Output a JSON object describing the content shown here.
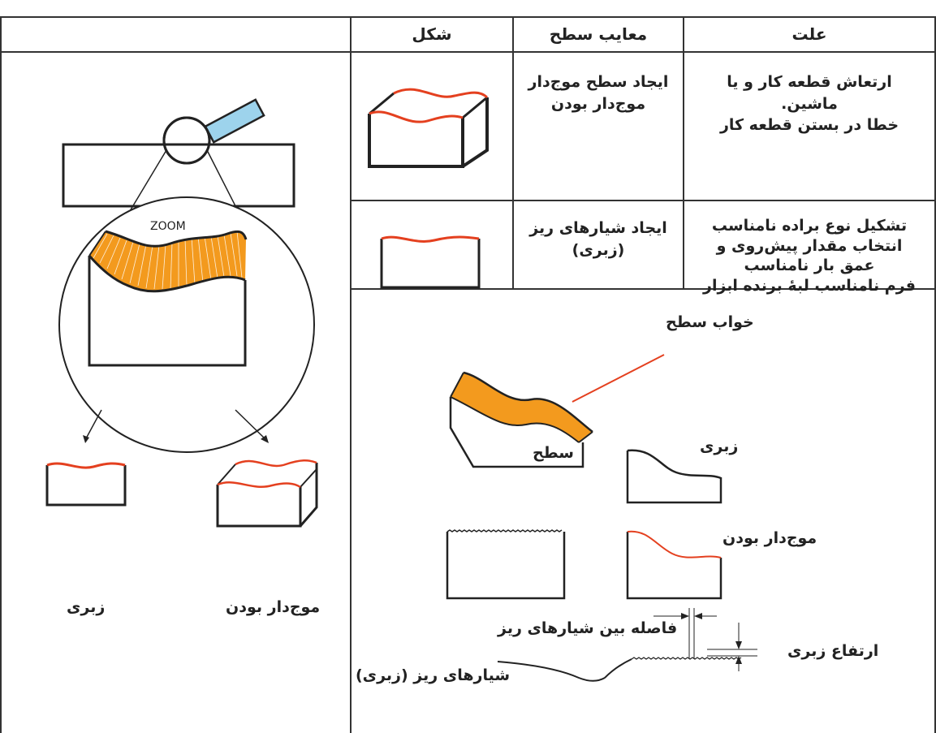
{
  "header": {
    "col_shape": "شکل",
    "col_defect": "معایب سطح",
    "col_cause": "علت"
  },
  "rows": [
    {
      "defect_lines": [
        "ایجاد سطح موج‌دار",
        "موج‌دار بودن"
      ],
      "cause_lines": [
        "ارتعاش قطعه کار و یا",
        "ماشین.",
        "خطا در بستن قطعه کار"
      ]
    },
    {
      "defect_lines": [
        "ایجاد شیارهای ریز",
        "(زبری)"
      ],
      "cause_lines": [
        "تشکیل نوع براده نامناسب",
        "انتخاب مقدار پیش‌روی و",
        "عمق بار نامناسب",
        "فرم نامناسب لبهٔ برنده ابزار"
      ]
    }
  ],
  "left_panel": {
    "zoom_label": "ZOOM",
    "label_rough": "زبری",
    "label_wavy": "موج‌دار بودن"
  },
  "bottom_panel": {
    "surface_lay": "خواب سطح",
    "surface": "سطح",
    "roughness": "زبری",
    "waviness": "موج‌دار بودن",
    "groove_spacing": "فاصله بین شیارهای ریز",
    "roughness_height": "ارتفاع زبری",
    "fine_grooves": "شیارهای ریز (زبری)"
  },
  "colors": {
    "wave_red": "#e4401f",
    "orange_fill": "#f39a1e",
    "lens_blue": "#9dd3ec",
    "line": "#333333"
  }
}
